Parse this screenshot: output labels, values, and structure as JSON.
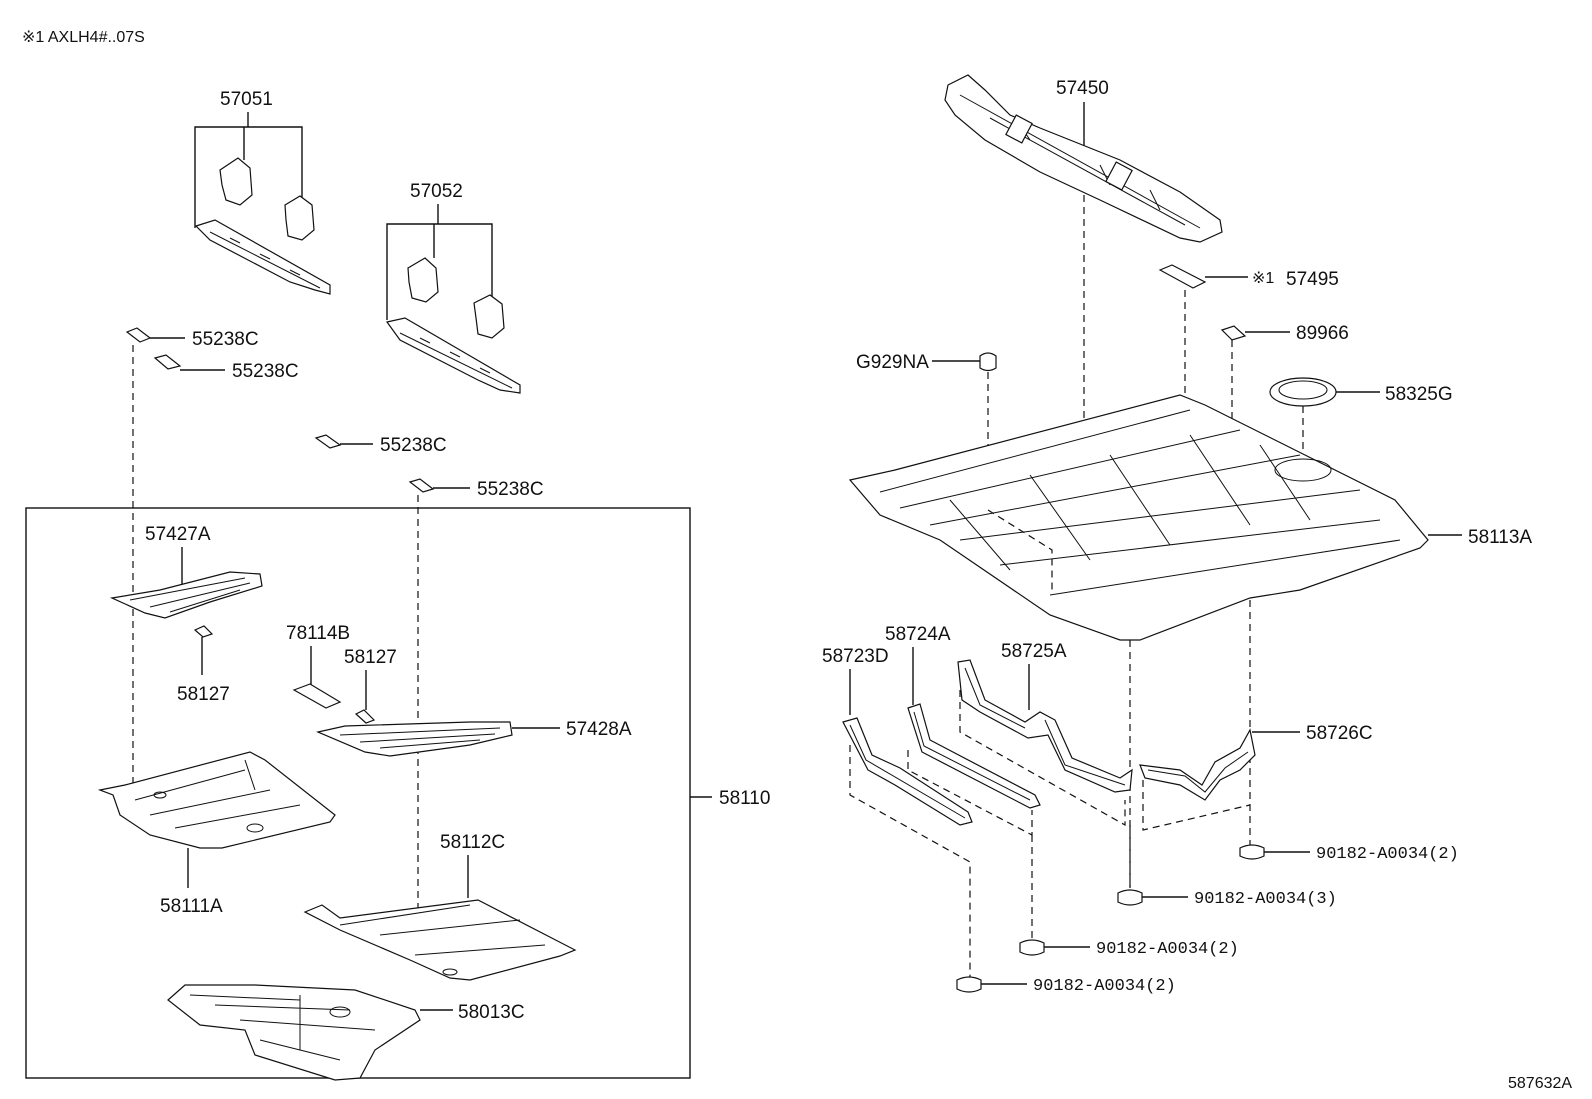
{
  "header_note": "※1 AXLH4#..07S",
  "footer_code": "587632A",
  "labels": {
    "p57051": "57051",
    "p57052": "57052",
    "p55238c_1": "55238C",
    "p55238c_2": "55238C",
    "p55238c_3": "55238C",
    "p55238c_4": "55238C",
    "p57427a": "57427A",
    "p58127_a": "58127",
    "p78114b": "78114B",
    "p58127_b": "58127",
    "p57428a": "57428A",
    "p58110": "58110",
    "p58111a": "58111A",
    "p58112c": "58112C",
    "p58013c": "58013C",
    "p57450": "57450",
    "p57495_note": "※1",
    "p57495": "57495",
    "p89966": "89966",
    "pg929na": "G929NA",
    "p58325g": "58325G",
    "p58113a": "58113A",
    "p58724a": "58724A",
    "p58723d": "58723D",
    "p58725a": "58725A",
    "p58726c": "58726C",
    "p90182_a": "90182-A0034(2)",
    "p90182_b": "90182-A0034(3)",
    "p90182_c": "90182-A0034(2)",
    "p90182_d": "90182-A0034(2)"
  }
}
